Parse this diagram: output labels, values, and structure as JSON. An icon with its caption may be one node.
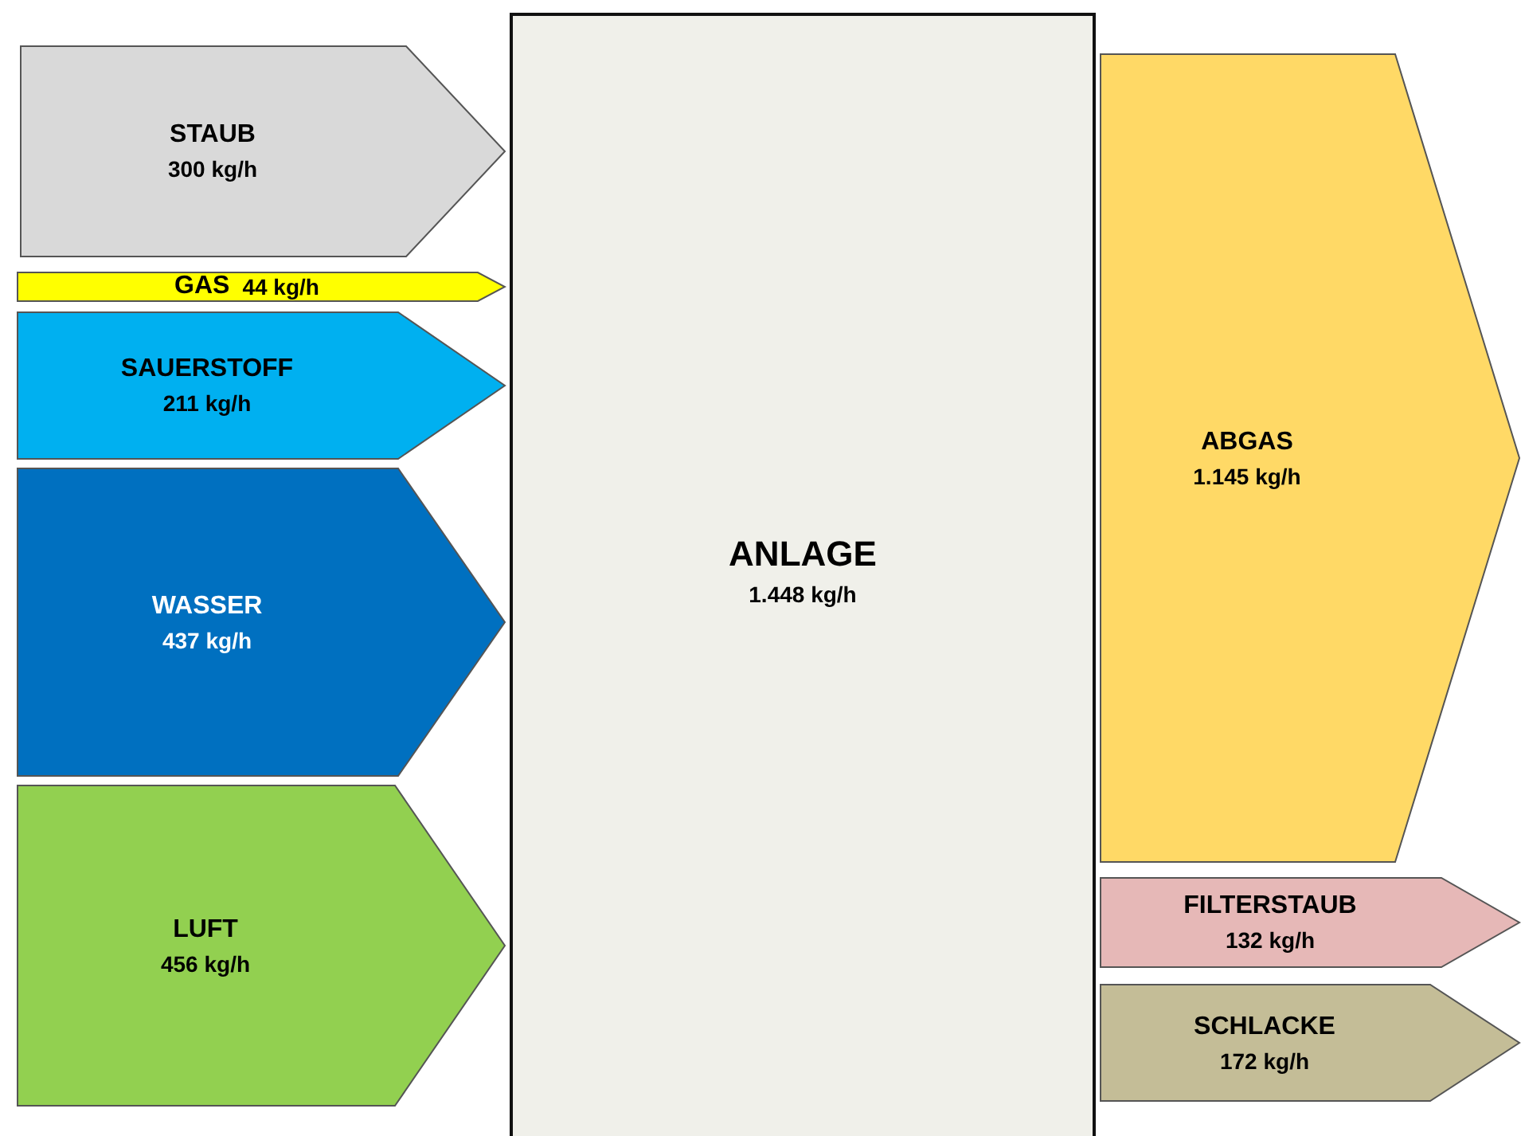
{
  "diagram": {
    "nodes": [
      {
        "text": [
          "STAUB",
          "300 kg/h"
        ]
      },
      {
        "text": [
          "GAS",
          "44 kg/h"
        ]
      },
      {
        "text": [
          "SAUERSTOFF",
          "211 kg/h"
        ]
      },
      {
        "text": [
          "WASSER",
          "437 kg/h"
        ]
      },
      {
        "text": [
          "LUFT",
          "456 kg/h"
        ]
      },
      {
        "text": [
          "ANLAGE",
          "1.448 kg/h"
        ]
      },
      {
        "text": [
          "ABGAS",
          "1.145 kg/h"
        ]
      },
      {
        "text": [
          "FILTERSTAUB",
          "132 kg/h"
        ]
      },
      {
        "text": [
          "SCHLACKE",
          "172 kg/h"
        ]
      }
    ]
  }
}
